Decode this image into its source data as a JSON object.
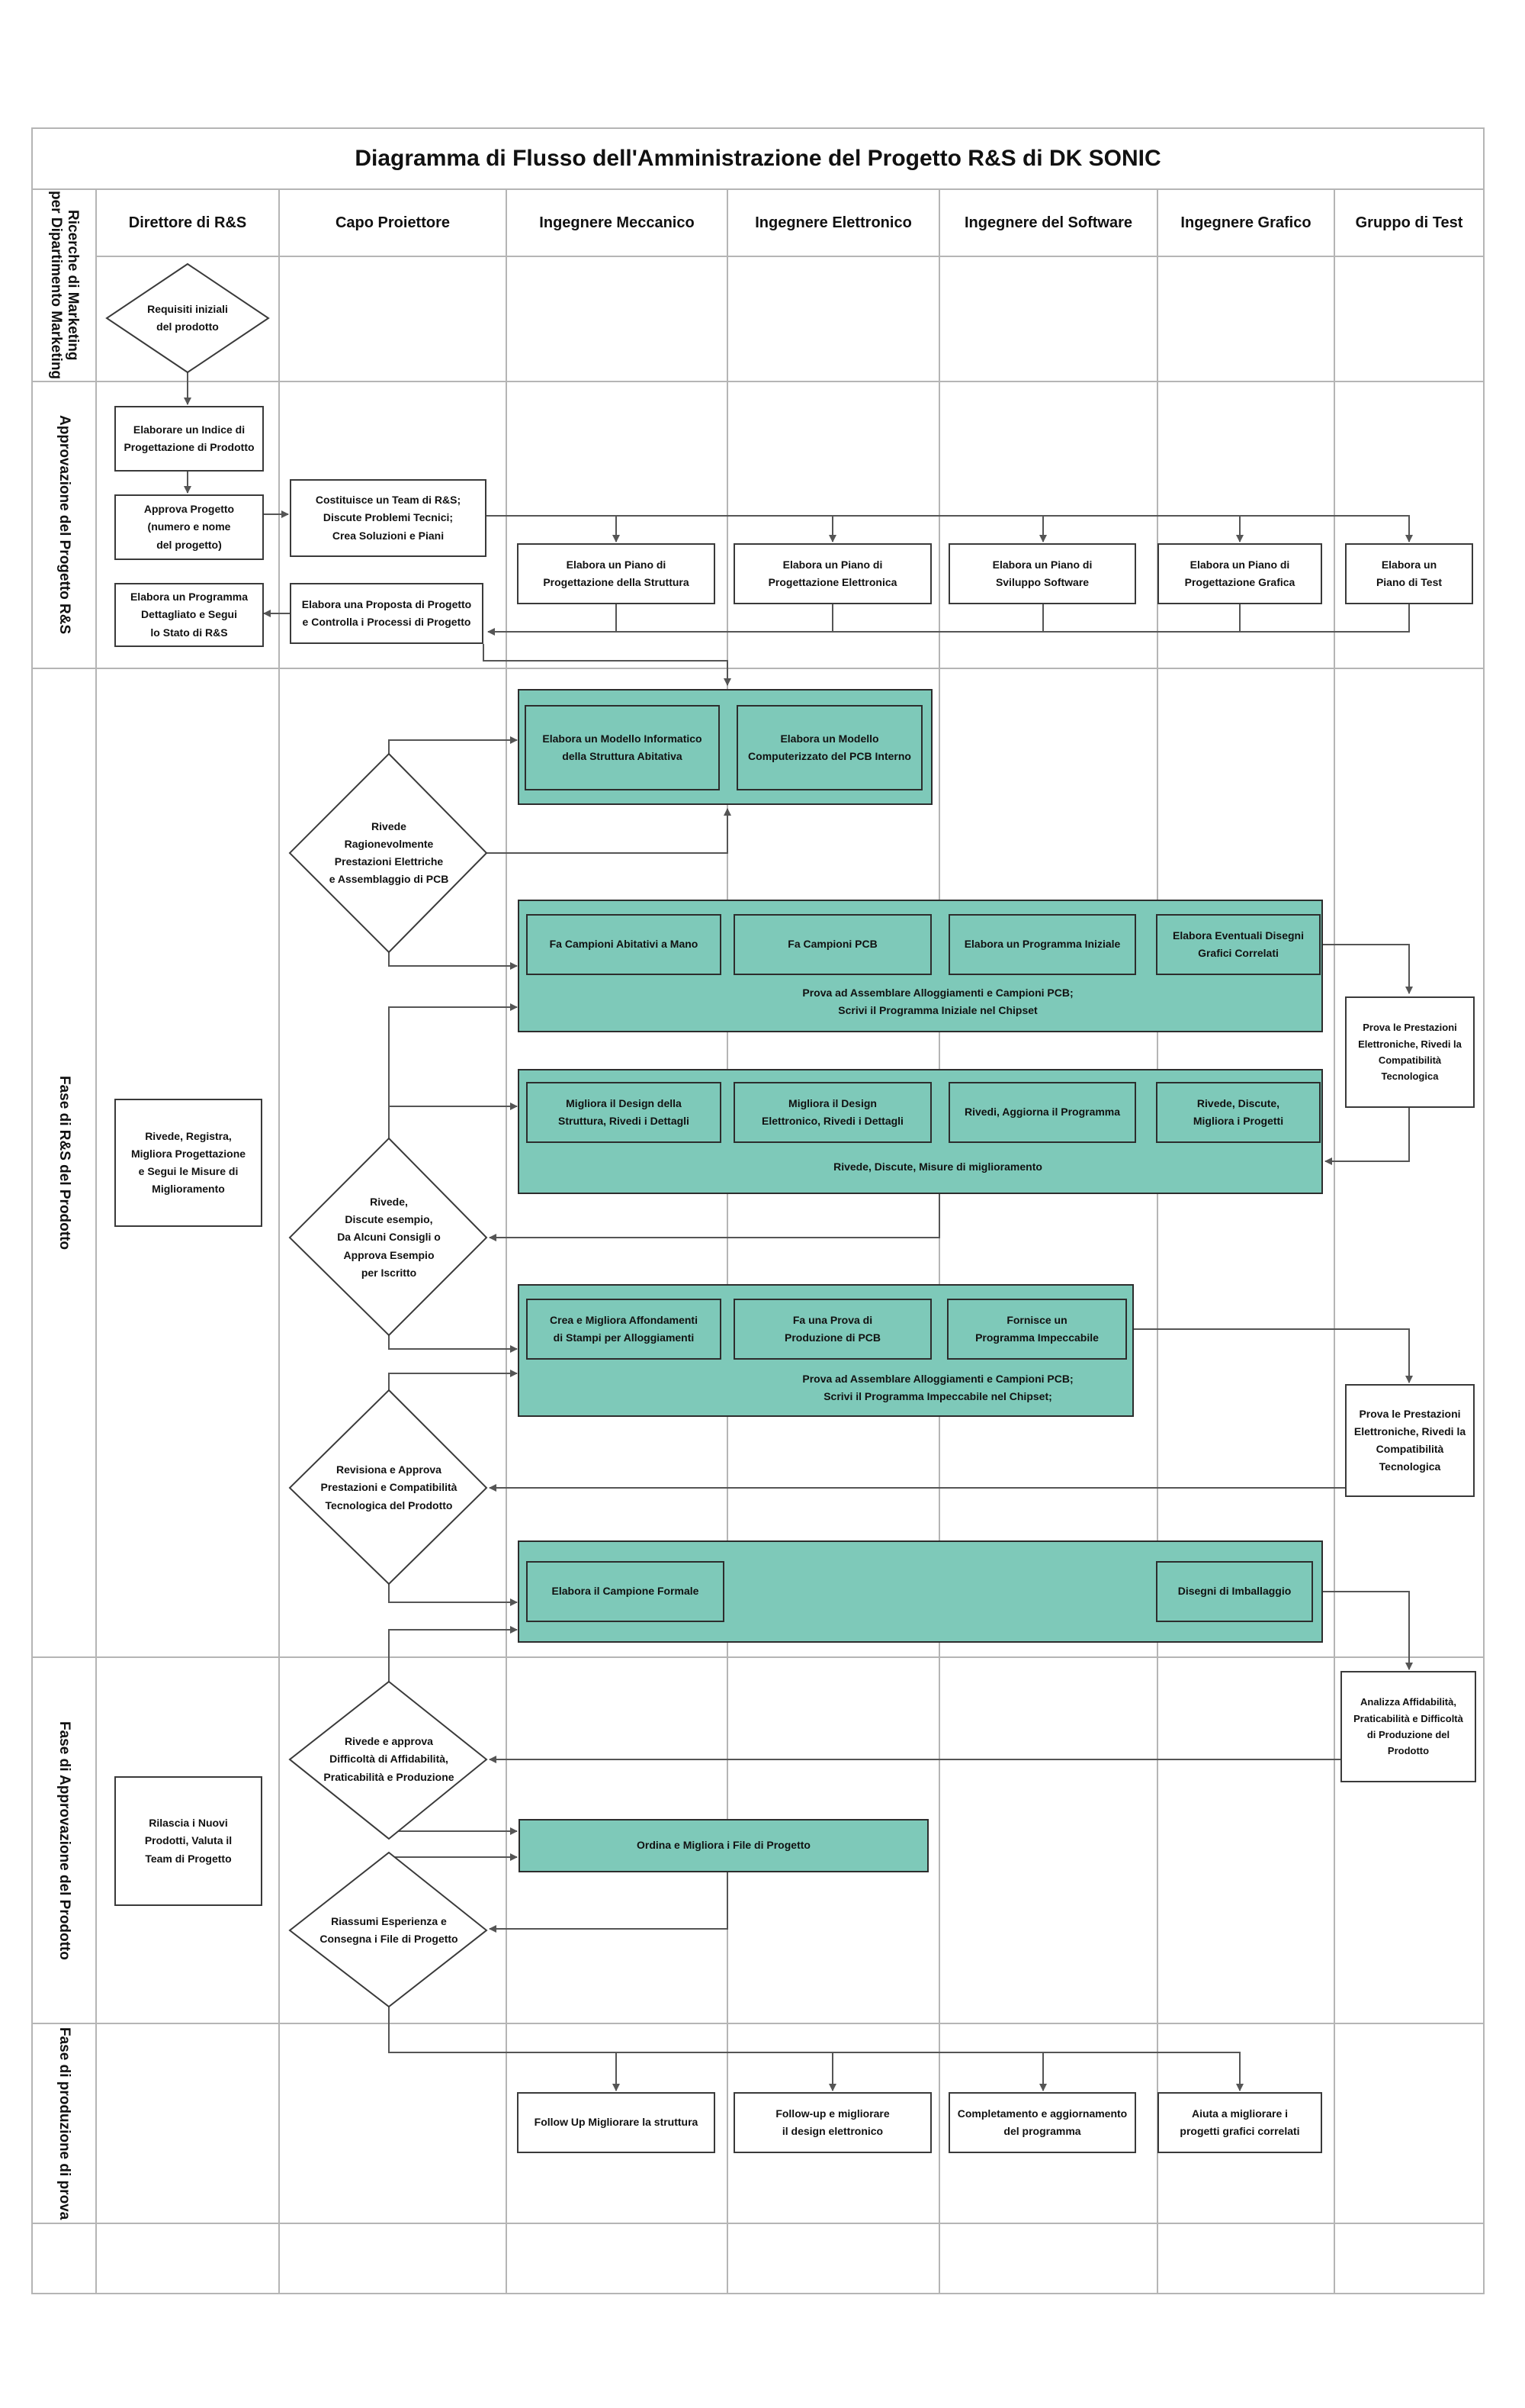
{
  "title": "Diagramma di Flusso dell'Amministrazione del Progetto R&S di DK SONIC",
  "columns": [
    "Direttore di R&S",
    "Capo Proiettore",
    "Ingegnere Meccanico",
    "Ingegnere Elettronico",
    "Ingegnere del Software",
    "Ingegnere Grafico",
    "Gruppo di Test"
  ],
  "lanes": [
    "Ricerche di Marketing\nper Dipartimento Marketing",
    "Approvazione del Progetto R&S",
    "Fase di R&S del Prodotto",
    "Fase di Approvazione del Prodotto",
    "Fase di produzione di prova"
  ],
  "colors": {
    "accent": "#7ec9b9",
    "line": "#555555",
    "grid": "#b5b5b5"
  },
  "nodes": {
    "d_requisiti": "Requisiti iniziali\ndel prodotto",
    "b_indice": "Elaborare un Indice di\nProgettazione di Prodotto",
    "b_approva": "Approva Progetto\n(numero e nome\ndel progetto)",
    "b_programma_dett": "Elabora un Programma\nDettagliato e Segui\nlo Stato di R&S",
    "b_team": "Costituisce un Team di R&S;\nDiscute Problemi Tecnici;\nCrea Soluzioni e Piani",
    "b_proposta": "Elabora una Proposta di Progetto\ne Controlla i Processi di Progetto",
    "b_piano_struttura": "Elabora un Piano di\nProgettazione della Struttura",
    "b_piano_elettronica": "Elabora un Piano di\nProgettazione Elettronica",
    "b_piano_software": "Elabora un Piano di\nSviluppo Software",
    "b_piano_grafica": "Elabora un Piano di\nProgettazione Grafica",
    "b_piano_test": "Elabora un\nPiano di Test",
    "t_modello_struttura": "Elabora un Modello Informatico\ndella Struttura Abitativa",
    "t_modello_pcb": "Elabora un Modello\nComputerizzato del PCB Interno",
    "d_rivede_prestazioni": "Rivede\nRagionevolmente\nPrestazioni Elettriche\ne Assemblaggio di PCB",
    "t_campioni_mano": "Fa Campioni Abitativi a Mano",
    "t_campioni_pcb": "Fa Campioni PCB",
    "t_programma_iniziale": "Elabora un Programma Iniziale",
    "t_disegni_grafici": "Elabora Eventuali Disegni\nGrafici Correlati",
    "l_prova_assemblare_1": "Prova ad Assemblare Alloggiamenti e Campioni PCB;\nScrivi il Programma Iniziale nel Chipset",
    "b_prova_prestazioni_1": "Prova le Prestazioni\nElettroniche, Rivedi la\nCompatibilità Tecnologica",
    "b_rivede_registra": "Rivede, Registra,\nMigliora Progettazione\ne Segui le Misure di\nMiglioramento",
    "t_migliora_struttura": "Migliora il Design della\nStruttura, Rivedi i Dettagli",
    "t_migliora_elettronico": "Migliora il Design\nElettronico, Rivedi i Dettagli",
    "t_rivedi_programma": "Rivedi, Aggiorna il Programma",
    "t_rivede_progetti": "Rivede, Discute,\nMigliora i Progetti",
    "l_rivede_misure": "Rivede, Discute, Misure di miglioramento",
    "d_rivede_esempio": "Rivede,\nDiscute esempio,\nDa Alcuni Consigli o\nApprova Esempio\nper Iscritto",
    "t_stampi": "Crea e Migliora Affondamenti\ndi Stampi per Alloggiamenti",
    "t_prova_pcb": "Fa una Prova di\nProduzione di PCB",
    "t_programma_impeccabile": "Fornisce un\nProgramma Impeccabile",
    "l_prova_assemblare_2": "Prova ad Assemblare Alloggiamenti e Campioni PCB;\nScrivi il Programma Impeccabile nel Chipset;",
    "b_prova_prestazioni_2": "Prova le Prestazioni\nElettroniche, Rivedi la\nCompatibilità\nTecnologica",
    "d_revisiona": "Revisiona e Approva\nPrestazioni e Compatibilità\nTecnologica del Prodotto",
    "t_campione_formale": "Elabora il Campione Formale",
    "t_imballaggio": "Disegni di Imballaggio",
    "b_analizza": "Analizza Affidabilità,\nPraticabilità e Difficoltà\ndi Produzione del\nProdotto",
    "b_rilascia": "Rilascia i Nuovi\nProdotti, Valuta il\nTeam di Progetto",
    "d_rivede_approva": "Rivede e approva\nDifficoltà di Affidabilità,\nPraticabilità e Produzione",
    "t_ordina": "Ordina e Migliora i File di Progetto",
    "d_riassumi": "Riassumi Esperienza e\nConsegna i File di Progetto",
    "b_follow_struttura": "Follow Up Migliorare la struttura",
    "b_follow_elettronico": "Follow-up e migliorare\nil design elettronico",
    "b_completamento": "Completamento e aggiornamento\ndel programma",
    "b_aiuta_grafici": "Aiuta a migliorare i\nprogetti grafici correlati"
  }
}
